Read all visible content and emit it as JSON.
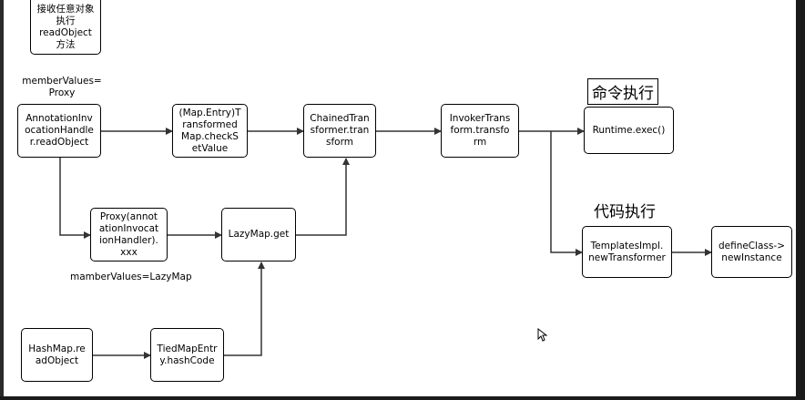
{
  "nodes": {
    "receive": "接收任意对象\n执行\nreadObject\n方法",
    "annotation_handler": "AnnotationInv\nocationHandle\nr.readObject",
    "transformed_map": "(Map.Entry)T\nransformed\nMap.checkS\netValue",
    "chained_transformer": "ChainedTran\nsformer.tran\nsform",
    "invoker_transformer": "InvokerTrans\nform.transfo\nrm",
    "runtime_exec": "Runtime.exec()",
    "proxy_handler": "Proxy(annot\nationInvocat\nionHandler).\nxxx",
    "lazymap_get": "LazyMap.get",
    "templates_impl": "TemplatesImpl.\nnewTransformer",
    "define_class": "defineClass->\nnewInstance",
    "hashmap_read": "HashMap.re\nadObject",
    "tiedmap_entry": "TiedMapEntr\ny.hashCode"
  },
  "labels": {
    "member_values_proxy": "memberValues=\nProxy",
    "member_values_lazymap": "mamberValues=LazyMap",
    "command_exec": "命令执行",
    "code_exec": "代码执行"
  },
  "colors": {
    "line": "#333333",
    "frame": "#2b2b2b"
  }
}
